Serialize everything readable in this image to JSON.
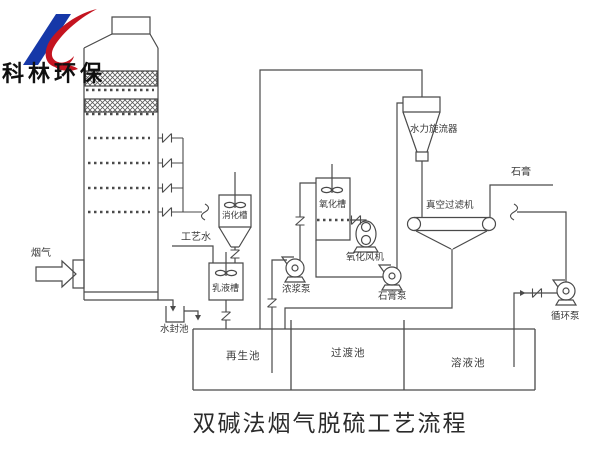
{
  "logo": {
    "text": "科林环保"
  },
  "title": "双碱法烟气脱硫工艺流程",
  "labels": {
    "flue_gas": "烟气",
    "process_water": "工艺水",
    "digestion_tank": "消化槽",
    "emulsion_tank": "乳液槽",
    "oxidation_tank": "氧化槽",
    "oxidation_blower": "氧化风机",
    "slurry_pump": "浓浆泵",
    "gypsum_pump": "石膏泵",
    "water_seal_pool": "水封池",
    "regeneration_pool": "再生池",
    "transition_pool": "过渡池",
    "solution_pool": "溶液池",
    "hydrocyclone": "水力旋流器",
    "vacuum_filter": "真空过滤机",
    "gypsum": "石膏",
    "circulation_pump": "循环泵"
  },
  "colors": {
    "line": "#4a4a4a",
    "text": "#3a3a3a",
    "logo_blue": "#1638a8",
    "logo_red": "#c41420"
  }
}
